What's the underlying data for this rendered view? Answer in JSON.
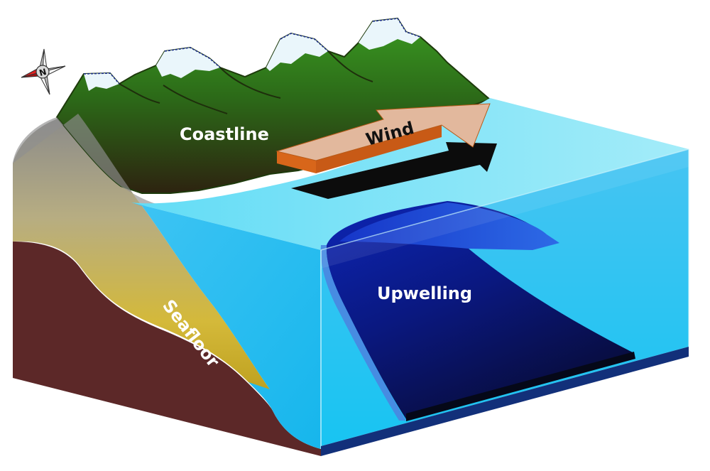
{
  "labels": {
    "coastline": "Coastline",
    "wind": "Wind",
    "upwelling": "Upwelling",
    "seafloor": "Seafloor",
    "compass": "N"
  },
  "colors": {
    "mountain_green": "#2f8a1c",
    "mountain_dark": "#2a2510",
    "snow": "#e9f4f8",
    "water_light": "#5ad6f5",
    "water_mid": "#29b6ee",
    "upwelling_deep": "#0a1a8a",
    "seafloor_brown": "#5c2828",
    "sediment_yellow": "#c8a520",
    "wind_arrow": "#e0b89c",
    "wind_arrow_side": "#d2661a",
    "compass_red": "#d01818"
  },
  "icons": [
    "compass-rose-icon",
    "wind-arrow-icon",
    "current-arrow-icon"
  ]
}
